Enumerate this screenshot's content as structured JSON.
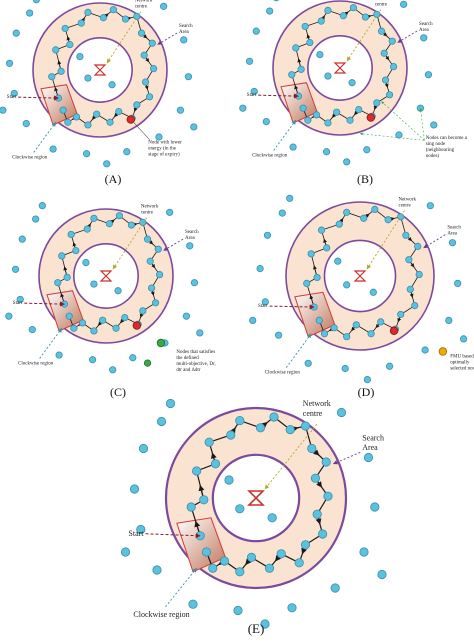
{
  "colors": {
    "ring_fill": "#fbe3d1",
    "ring_stroke": "#7b4a9c",
    "node_fill": "#5bc1dc",
    "node_stroke": "#3a8fb0",
    "path_line": "#1a1a1a",
    "low_energy_node": "#d72c2c",
    "candidate_node": "#39a845",
    "selected_node": "#f2a900",
    "centre_marker": "#c8322c",
    "start_arrow": "#8b1a2a",
    "clockwise_arrow": "#3a8fb0",
    "search_arrow": "#6b3d8f",
    "centre_arrow": "#b7a62a"
  },
  "panels": [
    {
      "label": "(A)",
      "annotations": {
        "network_centre": "Network centre",
        "search_area": "Search Area",
        "start": "Start",
        "clockwise_region": "Clockwise region",
        "extra": "Node with lower energy (in the stage of expiry)"
      }
    },
    {
      "label": "(B)",
      "annotations": {
        "network_centre": "Network centre",
        "search_area": "Search Area",
        "start": "Start",
        "clockwise_region": "Clockwise region",
        "extra": "Nodes can become a sing node (neighbouring nodes)"
      }
    },
    {
      "label": "(C)",
      "annotations": {
        "network_centre": "Network centre",
        "search_area": "Search Area",
        "start": "Start",
        "clockwise_region": "Clockwise region",
        "extra": "Nodes that satisfies the defined multi-objective, Dr, dtr and Δdtr"
      }
    },
    {
      "label": "(D)",
      "annotations": {
        "network_centre": "Network centre",
        "search_area": "Search Area",
        "start": "Start",
        "clockwise_region": "Clockwise region",
        "extra": "FMU based optimally selected node"
      }
    },
    {
      "label": "(E)",
      "annotations": {
        "network_centre": "Network centre",
        "search_area": "Search Area",
        "start": "Start",
        "clockwise_region": "Clockwise region",
        "extra": ""
      }
    }
  ]
}
